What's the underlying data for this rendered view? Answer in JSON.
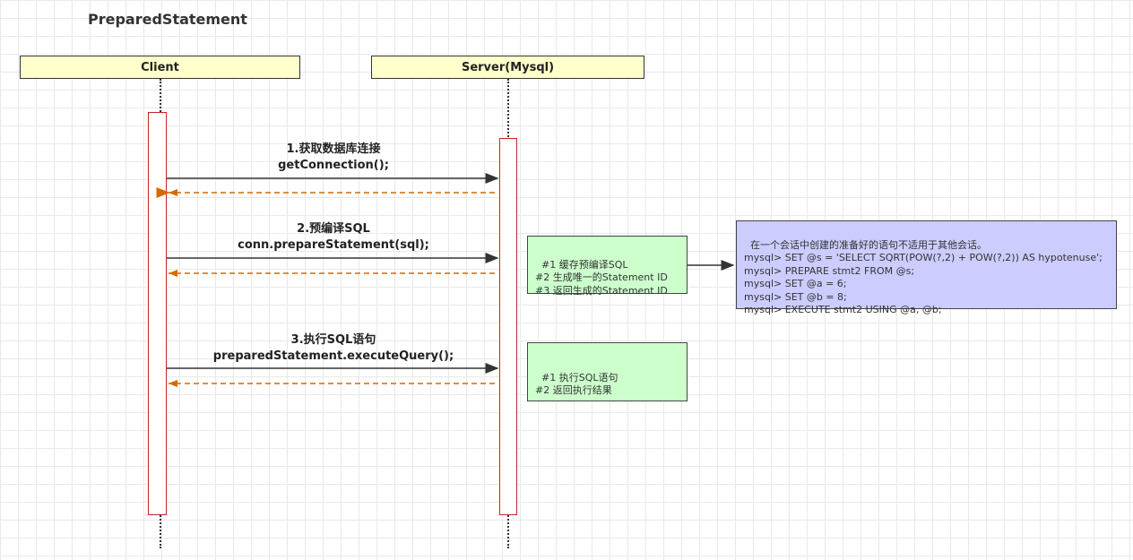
{
  "title": "PreparedStatement",
  "participants": {
    "client": "Client",
    "server": "Server(Mysql)"
  },
  "messages": [
    {
      "line1": "1.获取数据库连接",
      "line2": "getConnection();"
    },
    {
      "line1": "2.预编译SQL",
      "line2": "conn.prepareStatement(sql);"
    },
    {
      "line1": "3.执行SQL语句",
      "line2": "preparedStatement.executeQuery();"
    }
  ],
  "notes": {
    "prepare": "#1 缓存预编译SQL\n#2 生成唯一的Statement ID\n#3 返回生成的Statement ID",
    "execute": "#1 执行SQL语句\n#2 返回执行结果",
    "mysql_example": "在一个会话中创建的准备好的语句不适用于其他会话。\nmysql> SET @s = 'SELECT SQRT(POW(?,2) + POW(?,2)) AS hypotenuse';\nmysql> PREPARE stmt2 FROM @s;\nmysql> SET @a = 6;\nmysql> SET @b = 8;\nmysql> EXECUTE stmt2 USING @a, @b;"
  },
  "colors": {
    "participant_fill": "#ffffcc",
    "activation_border": "#c0262b",
    "request_arrow": "#333333",
    "response_arrow": "#d46a00",
    "note_green": "#ccffcc",
    "note_purple": "#ccccff"
  }
}
